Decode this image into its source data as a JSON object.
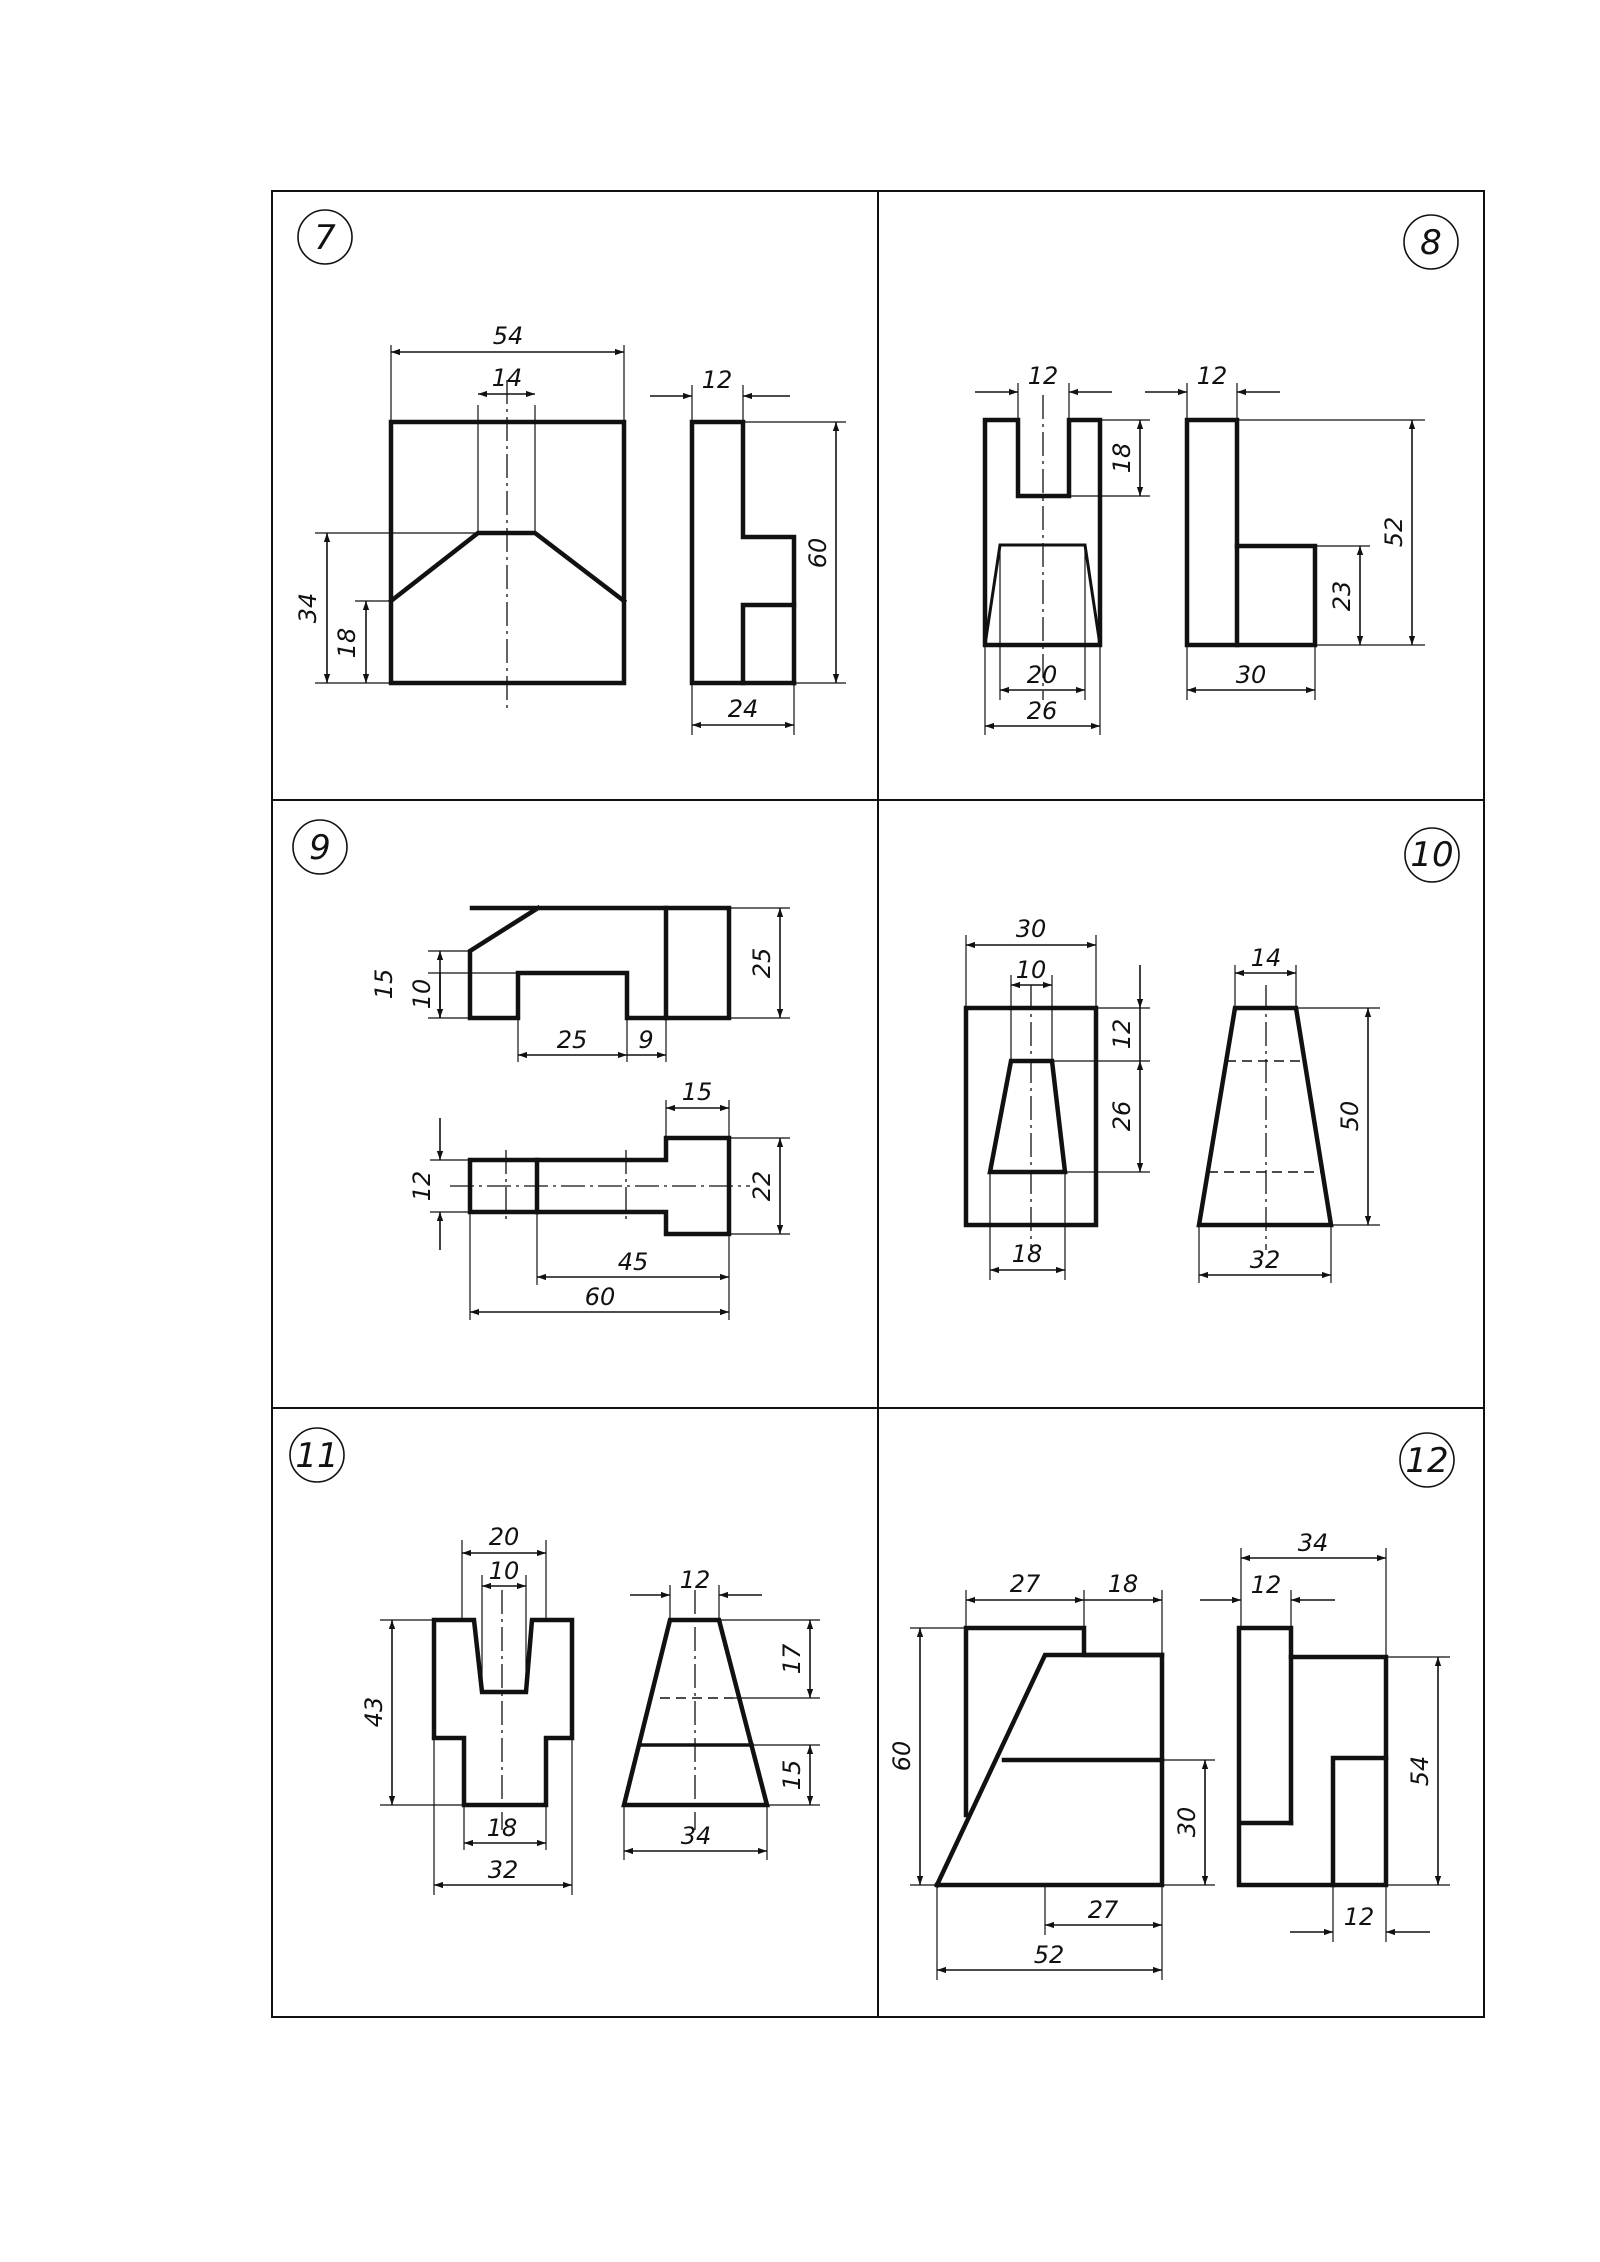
{
  "sheet": {
    "panels": [
      {
        "number": "7",
        "dims": [
          "54",
          "14",
          "12",
          "34",
          "18",
          "60",
          "24"
        ]
      },
      {
        "number": "8",
        "dims": [
          "12",
          "12",
          "18",
          "52",
          "23",
          "20",
          "26",
          "30"
        ]
      },
      {
        "number": "9",
        "dims": [
          "15",
          "10",
          "25",
          "25",
          "9",
          "15",
          "12",
          "22",
          "45",
          "60"
        ]
      },
      {
        "number": "10",
        "dims": [
          "30",
          "10",
          "12",
          "26",
          "18",
          "14",
          "50",
          "32"
        ]
      },
      {
        "number": "11",
        "dims": [
          "20",
          "10",
          "43",
          "18",
          "32",
          "12",
          "17",
          "15",
          "34"
        ]
      },
      {
        "number": "12",
        "dims": [
          "27",
          "18",
          "60",
          "30",
          "27",
          "52",
          "34",
          "12",
          "54",
          "12"
        ]
      }
    ]
  }
}
